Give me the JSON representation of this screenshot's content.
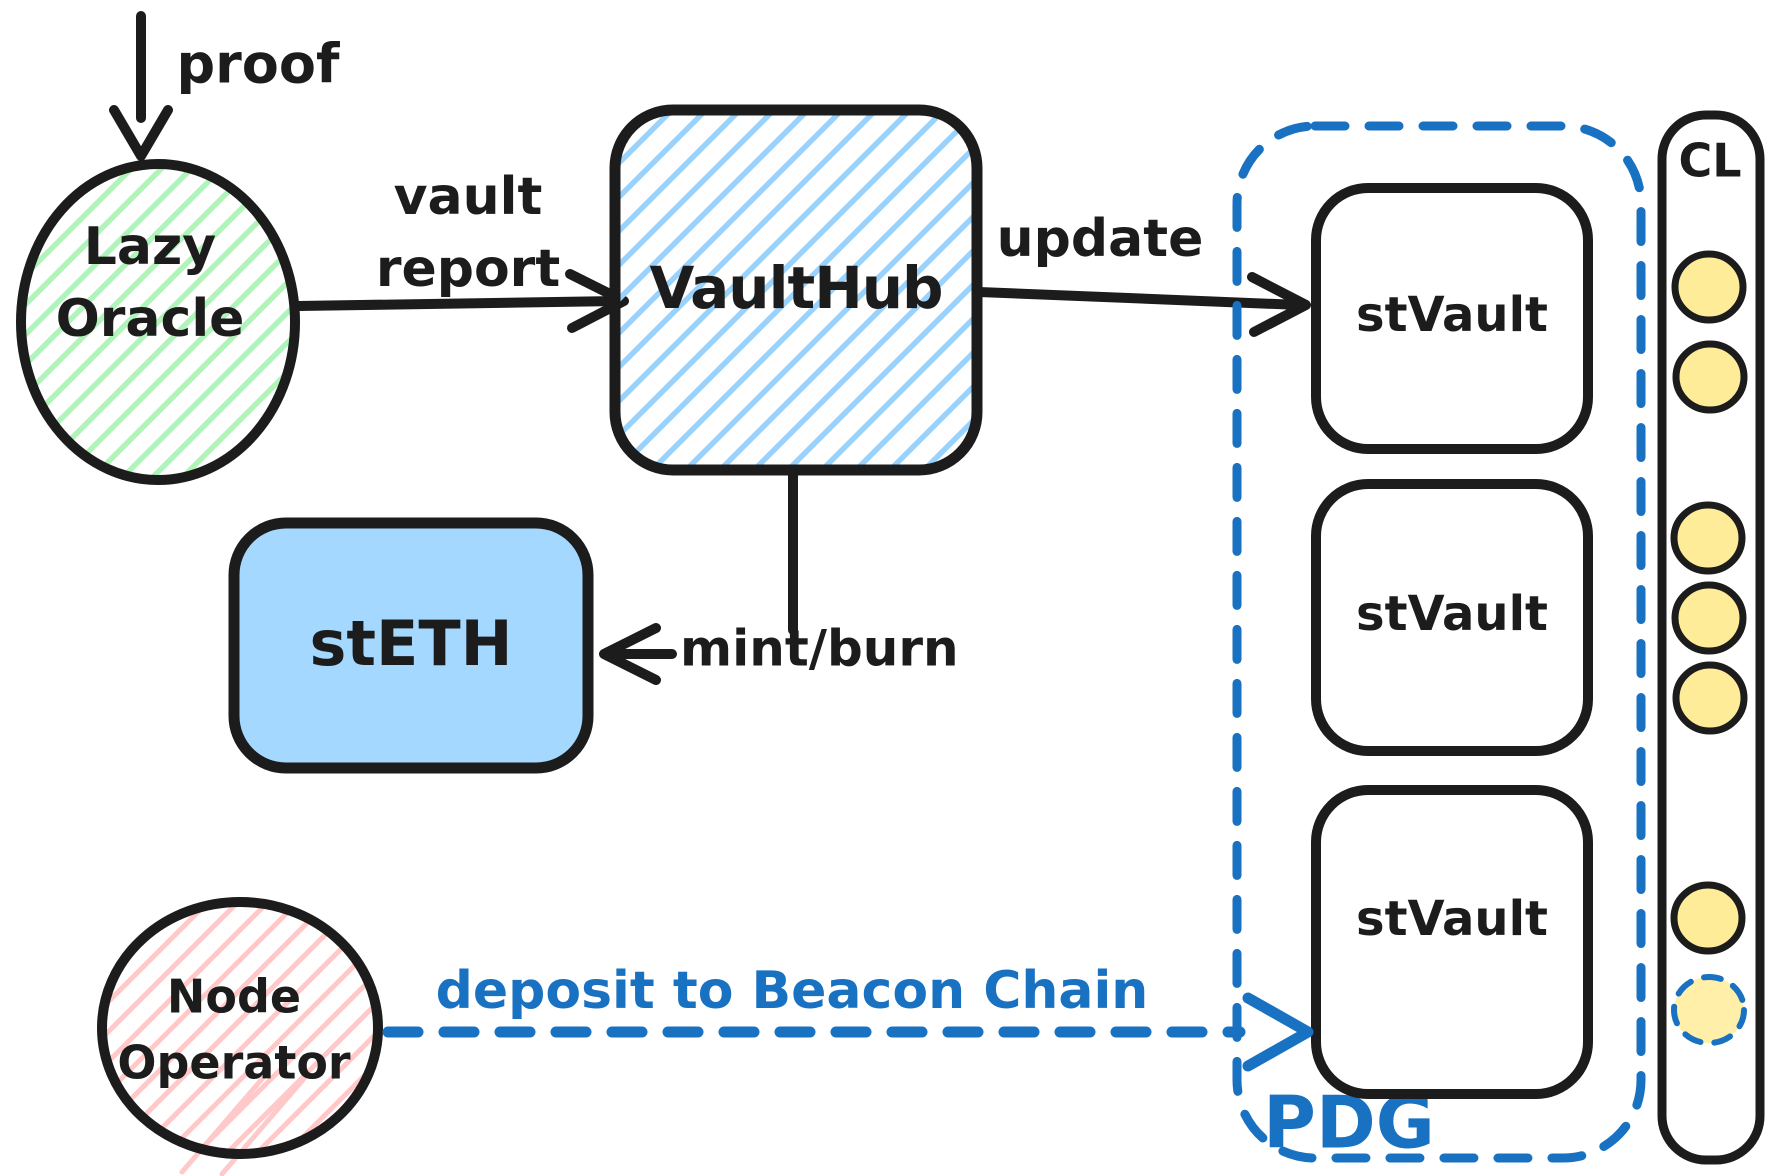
{
  "diagram": {
    "colors": {
      "ink": "#1c1c1c",
      "accent_blue": "#1971c2",
      "light_blue_fill": "#a5d8ff",
      "green_hatch": "#b2f2bb",
      "red_hatch": "#ffc9c9",
      "yellow_fill": "#ffec99"
    },
    "nodes": {
      "lazy_oracle": {
        "line1": "Lazy",
        "line2": "Oracle"
      },
      "vault_hub": {
        "label": "VaultHub"
      },
      "steth": {
        "label": "stETH"
      },
      "node_operator": {
        "line1": "Node",
        "line2": "Operator"
      },
      "stvaults": [
        {
          "label": "stVault"
        },
        {
          "label": "stVault"
        },
        {
          "label": "stVault"
        }
      ],
      "pdg": {
        "label": "PDG"
      },
      "cl": {
        "label": "CL",
        "validator_dots_solid": 6,
        "validator_dots_dashed": 1
      }
    },
    "edges": {
      "proof": {
        "label": "proof"
      },
      "vault_report": {
        "line1": "vault",
        "line2": "report"
      },
      "update": {
        "label": "update"
      },
      "mint_burn": {
        "label": "mint/burn"
      },
      "deposit": {
        "label": "deposit to Beacon Chain"
      }
    }
  }
}
